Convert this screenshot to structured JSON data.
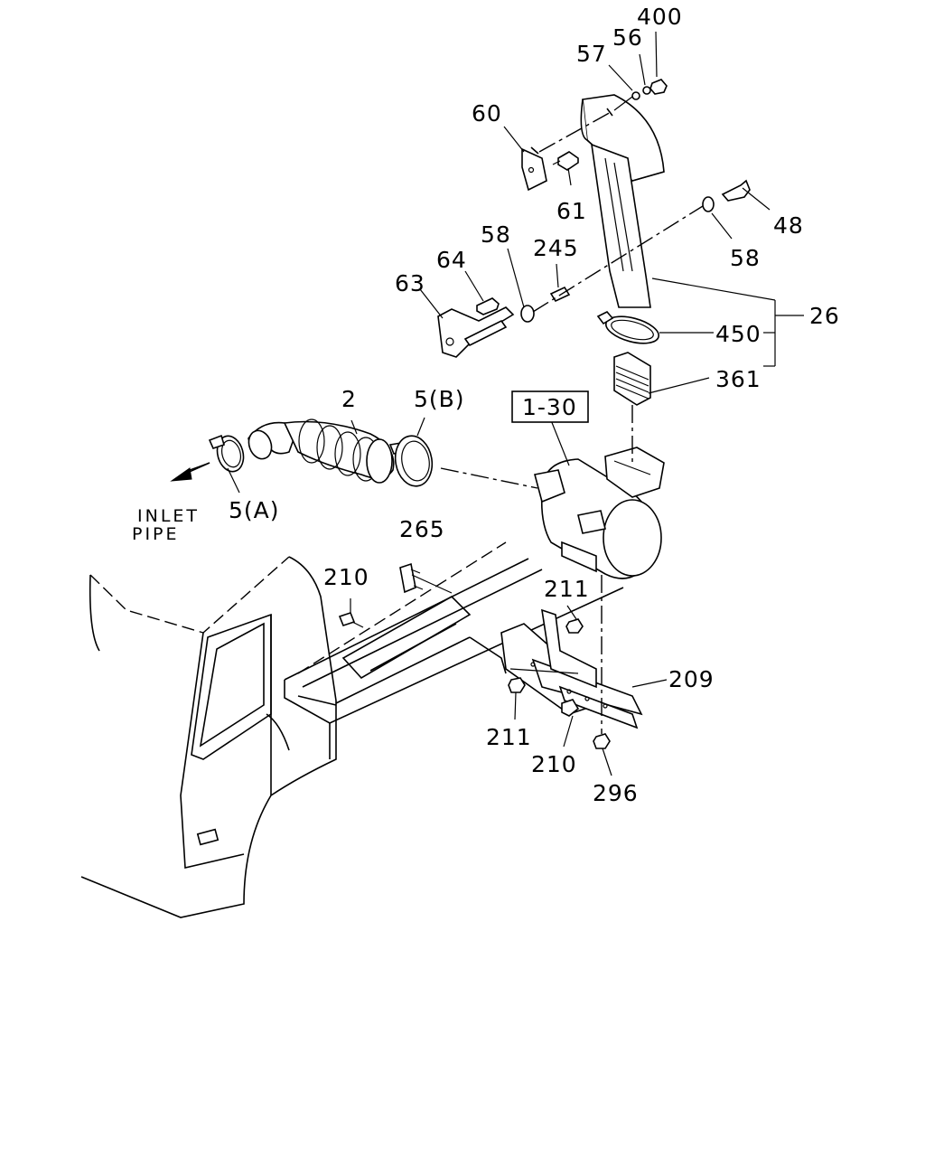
{
  "diagram": {
    "callouts": {
      "c400": "400",
      "c56": "56",
      "c57": "57",
      "c60": "60",
      "c61": "61",
      "c48": "48",
      "c58_right": "58",
      "c58_left": "58",
      "c245": "245",
      "c64": "64",
      "c63": "63",
      "c26": "26",
      "c450": "450",
      "c361": "361",
      "c2": "2",
      "c5b": "5(B)",
      "c5a": "5(A)",
      "c265": "265",
      "c210_top": "210",
      "c211_top": "211",
      "c209": "209",
      "c211_bottom": "211",
      "c210_bottom": "210",
      "c296": "296"
    },
    "boxed_label": "1-30",
    "inlet_label_line1": "INLET",
    "inlet_label_line2": "PIPE"
  }
}
